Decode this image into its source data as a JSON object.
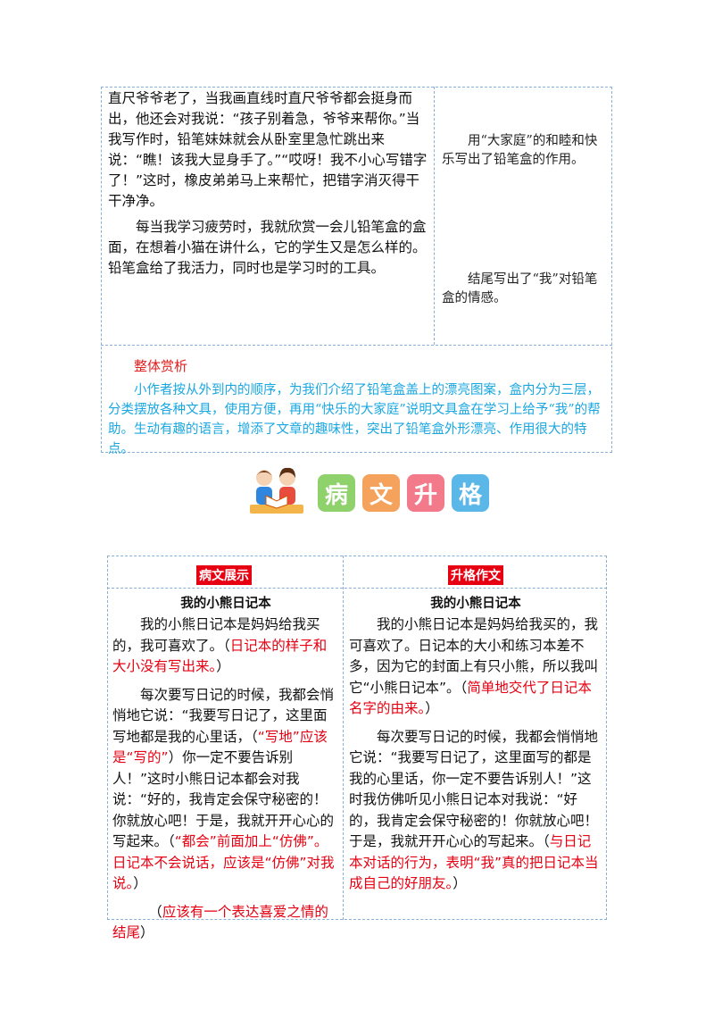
{
  "top": {
    "essay": [
      "直尺爷爷老了，当我画直线时直尺爷爷都会挺身而出，他还会对我说：“孩子别着急，爷爷来帮你。”当我写作时，铅笔妹妹就会从卧室里急忙跳出来说：“瞧！该我大显身手了。”“哎呀！我不小心写错字了！”这时，橡皮弟弟马上来帮忙，把错字消灭得干干净净。",
      "每当我学习疲劳时，我就欣赏一会儿铅笔盒的盒面，在想着小猫在讲什么，它的学生又是怎么样的。铅笔盒给了我活力，同时也是学习时的工具。"
    ],
    "notes": [
      "用“大家庭”的和睦和快乐写出了铅笔盒的作用。",
      "结尾写出了“我”对铅笔盒的情感。"
    ],
    "summary_title": "整体赏析",
    "summary_text": "小作者按从外到内的顺序，为我们介绍了铅笔盒盖上的漂亮图案，盒内分为三层，分类摆放各种文具，使用方便，再用“快乐的大家庭”说明文具盒在学习上给予“我”的帮助。生动有趣的语言，增添了文章的趣味性，突出了铅笔盒外形漂亮、作用很大的特点。"
  },
  "banner": {
    "chars": [
      "病",
      "文",
      "升",
      "格"
    ],
    "colors": [
      "#8fd16a",
      "#f5a25d",
      "#f27a8a",
      "#5bb7e8"
    ]
  },
  "compare": {
    "left_tag": "病文展示",
    "right_tag": "升格作文",
    "left_title": "我的小熊日记本",
    "right_title": "我的小熊日记本",
    "left": {
      "p1_text": "我的小熊日记本是妈妈给我买的，我可喜欢了。（",
      "p1_note": "日记本的样子和大小没有写出来。",
      "p1_end": "）",
      "p2_a": "每次要写日记的时候，我都会悄悄地它说：“我要写日记了，这里面写地都是我的心里话，（",
      "p2_note1": "“写地”应该是“写的”",
      "p2_b": "）你一定不要告诉别人！”这时小熊日记本都会对我说：“好的，我肯定会保守秘密的！你就放心吧！于是，我就开开心心的写起来。（",
      "p2_note2": "“都会”前面加上“仿佛”。日记本不会说话，应该是“仿佛”对我说。",
      "p2_end": "）",
      "p3_a": "（",
      "p3_note": "应该有一个表达喜爱之情的结尾",
      "p3_end": "）"
    },
    "right": {
      "p1_text": "我的小熊日记本是妈妈给我买的，我可喜欢了。日记本的大小和练习本差不多，因为它的封面上有只小熊，所以我叫它“小熊日记本”。（",
      "p1_note": "简单地交代了日记本名字的由来。",
      "p1_end": "）",
      "p2_text": "每次要写日记的时候，我都会悄悄地它说：“我要写日记了，这里面写的都是我的心里话，你一定不要告诉别人！”这时我仿佛听见小熊日记本对我说：“好的，我肯定会保守秘密的！你就放心吧！于是，我就开开心心的写起来。（",
      "p2_note": "与日记本对话的行为，表明“我”真的把日记本当成自己的好朋友。",
      "p2_end": "）"
    }
  }
}
